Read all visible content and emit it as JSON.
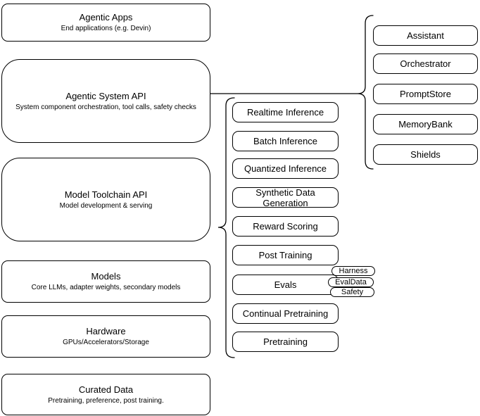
{
  "left_stack": [
    {
      "title": "Agentic Apps",
      "subtitle": "End applications (e.g. Devin)"
    },
    {
      "title": "Agentic System API",
      "subtitle": "System component orchestration, tool calls, safety checks"
    },
    {
      "title": "Model Toolchain API",
      "subtitle": "Model development & serving"
    },
    {
      "title": "Models",
      "subtitle": "Core LLMs, adapter weights, secondary models"
    },
    {
      "title": "Hardware",
      "subtitle": "GPUs/Accelerators/Storage"
    },
    {
      "title": "Curated Data",
      "subtitle": "Pretraining, preference, post training."
    }
  ],
  "toolchain": {
    "items": [
      "Realtime Inference",
      "Batch Inference",
      "Quantized Inference",
      "Synthetic Data Generation",
      "Reward Scoring",
      "Post Training",
      "Evals",
      "Continual Pretraining",
      "Pretraining"
    ]
  },
  "evals_tags": {
    "items": [
      "Harness",
      "EvalData",
      "Safety"
    ]
  },
  "components": {
    "items": [
      "Assistant",
      "Orchestrator",
      "PromptStore",
      "MemoryBank",
      "Shields"
    ]
  },
  "colors": {
    "stroke": "#000000",
    "background": "#ffffff",
    "text": "#000000"
  }
}
